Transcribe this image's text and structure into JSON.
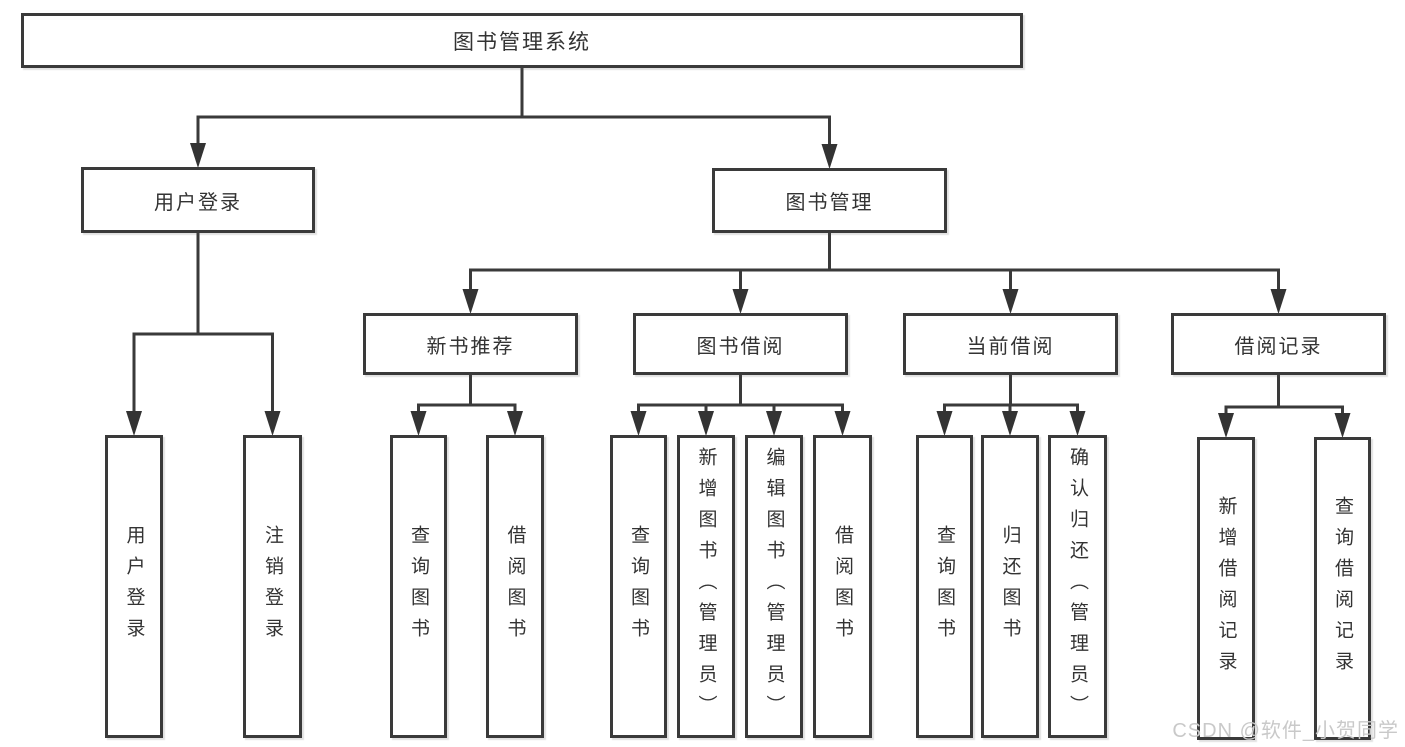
{
  "diagram": {
    "title": "图书管理系统",
    "watermark": "CSDN @软件_小贺同学",
    "colors": {
      "line": "#3a3a3a",
      "arrow": "#333333",
      "text": "#333333",
      "background": "#ffffff",
      "watermark": "#c9c9c9"
    },
    "nodes": [
      {
        "id": "root",
        "label": "图书管理系统",
        "parent": null,
        "orientation": "horizontal"
      },
      {
        "id": "user-login",
        "label": "用户登录",
        "parent": "root",
        "orientation": "horizontal"
      },
      {
        "id": "book-mgmt",
        "label": "图书管理",
        "parent": "root",
        "orientation": "horizontal"
      },
      {
        "id": "new-book-rec",
        "label": "新书推荐",
        "parent": "book-mgmt",
        "orientation": "horizontal"
      },
      {
        "id": "book-borrow",
        "label": "图书借阅",
        "parent": "book-mgmt",
        "orientation": "horizontal"
      },
      {
        "id": "current-borrow",
        "label": "当前借阅",
        "parent": "book-mgmt",
        "orientation": "horizontal"
      },
      {
        "id": "borrow-records",
        "label": "借阅记录",
        "parent": "book-mgmt",
        "orientation": "horizontal"
      },
      {
        "id": "leaf-user-login",
        "label": "用户登录",
        "parent": "user-login",
        "orientation": "vertical"
      },
      {
        "id": "leaf-logout",
        "label": "注销登录",
        "parent": "user-login",
        "orientation": "vertical"
      },
      {
        "id": "leaf-query-book-1",
        "label": "查询图书",
        "parent": "new-book-rec",
        "orientation": "vertical"
      },
      {
        "id": "leaf-borrow-book-1",
        "label": "借阅图书",
        "parent": "new-book-rec",
        "orientation": "vertical"
      },
      {
        "id": "leaf-query-book-2",
        "label": "查询图书",
        "parent": "book-borrow",
        "orientation": "vertical"
      },
      {
        "id": "leaf-add-book",
        "label": "新增图书（管理员）",
        "parent": "book-borrow",
        "orientation": "vertical"
      },
      {
        "id": "leaf-edit-book",
        "label": "编辑图书（管理员）",
        "parent": "book-borrow",
        "orientation": "vertical"
      },
      {
        "id": "leaf-borrow-book-2",
        "label": "借阅图书",
        "parent": "book-borrow",
        "orientation": "vertical"
      },
      {
        "id": "leaf-query-book-3",
        "label": "查询图书",
        "parent": "current-borrow",
        "orientation": "vertical"
      },
      {
        "id": "leaf-return-book",
        "label": "归还图书",
        "parent": "current-borrow",
        "orientation": "vertical"
      },
      {
        "id": "leaf-confirm-return",
        "label": "确认归还（管理员）",
        "parent": "current-borrow",
        "orientation": "vertical"
      },
      {
        "id": "leaf-add-record",
        "label": "新增借阅记录",
        "parent": "borrow-records",
        "orientation": "vertical"
      },
      {
        "id": "leaf-query-record",
        "label": "查询借阅记录",
        "parent": "borrow-records",
        "orientation": "vertical"
      }
    ]
  }
}
